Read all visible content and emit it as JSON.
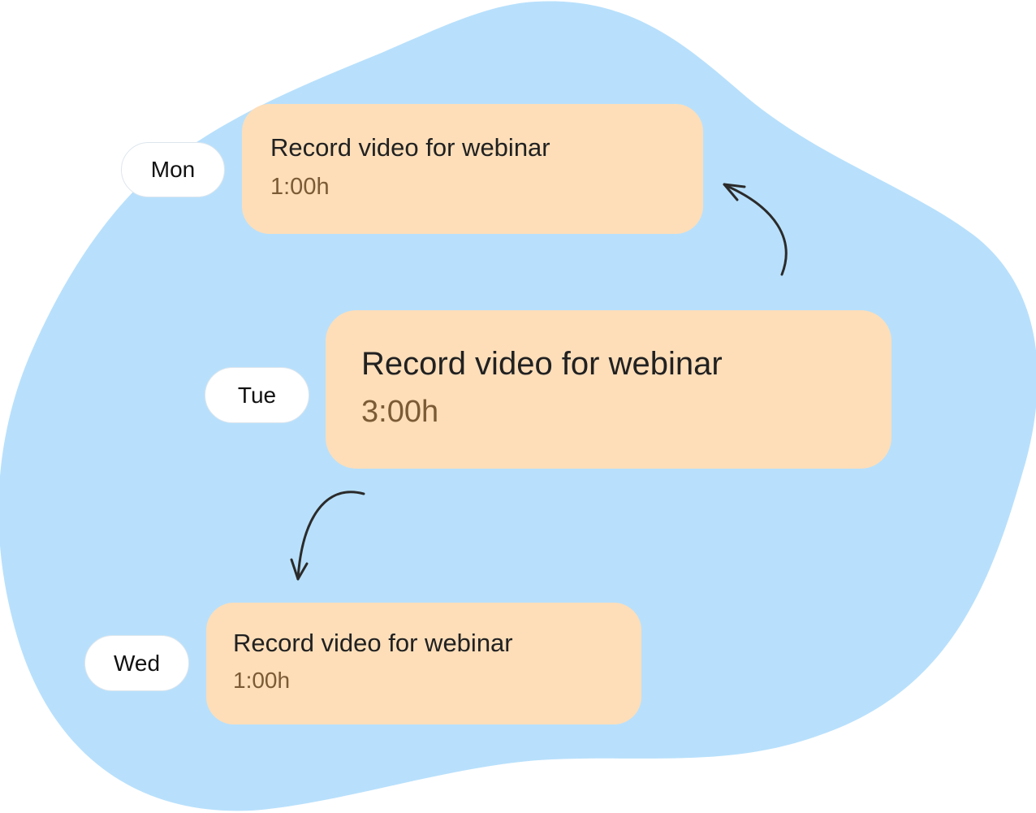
{
  "theme": {
    "background_blob": "#b8e0fc",
    "card_fill": "#fddeb9",
    "pill_fill": "#ffffff",
    "title_color": "#212121",
    "duration_color": "#7b5a36",
    "arrow_color": "#2b2b2b"
  },
  "schedule": [
    {
      "day": "Mon",
      "task": "Record video for webinar",
      "duration": "1:00h"
    },
    {
      "day": "Tue",
      "task": "Record video for webinar",
      "duration": "3:00h"
    },
    {
      "day": "Wed",
      "task": "Record video for webinar",
      "duration": "1:00h"
    }
  ],
  "icons": {
    "arrow_up": "curved-arrow-up-icon",
    "arrow_down": "curved-arrow-down-icon"
  }
}
